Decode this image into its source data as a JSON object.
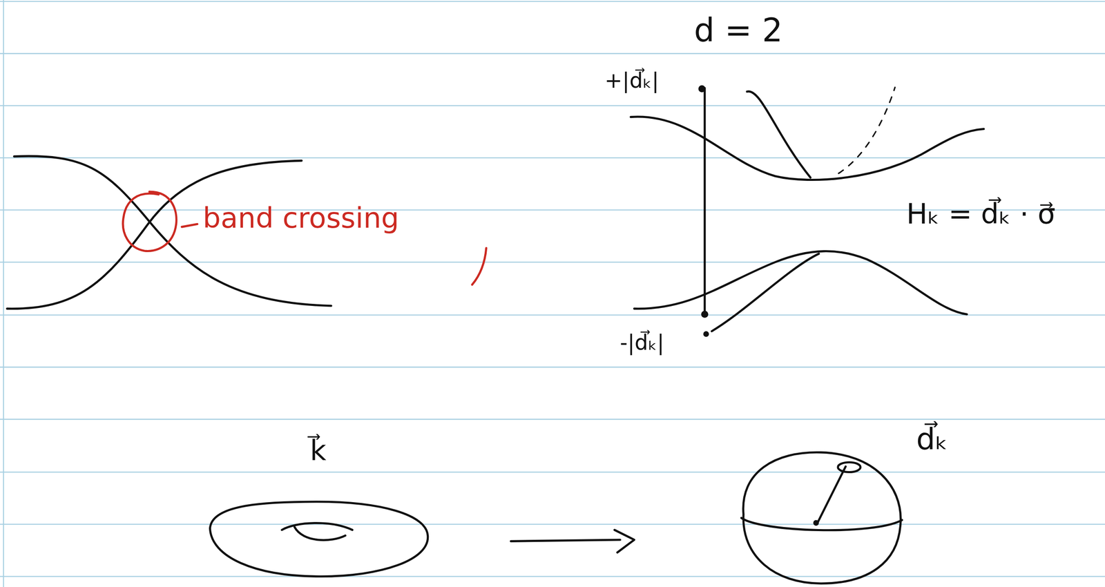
{
  "diagram": {
    "labels": [
      "d = 2",
      "+|d⃗ₖ|",
      "band crossing",
      "Hₖ = d⃗ₖ · σ⃗",
      "-|d⃗ₖ|",
      "k⃗",
      "d⃗ₖ"
    ]
  }
}
